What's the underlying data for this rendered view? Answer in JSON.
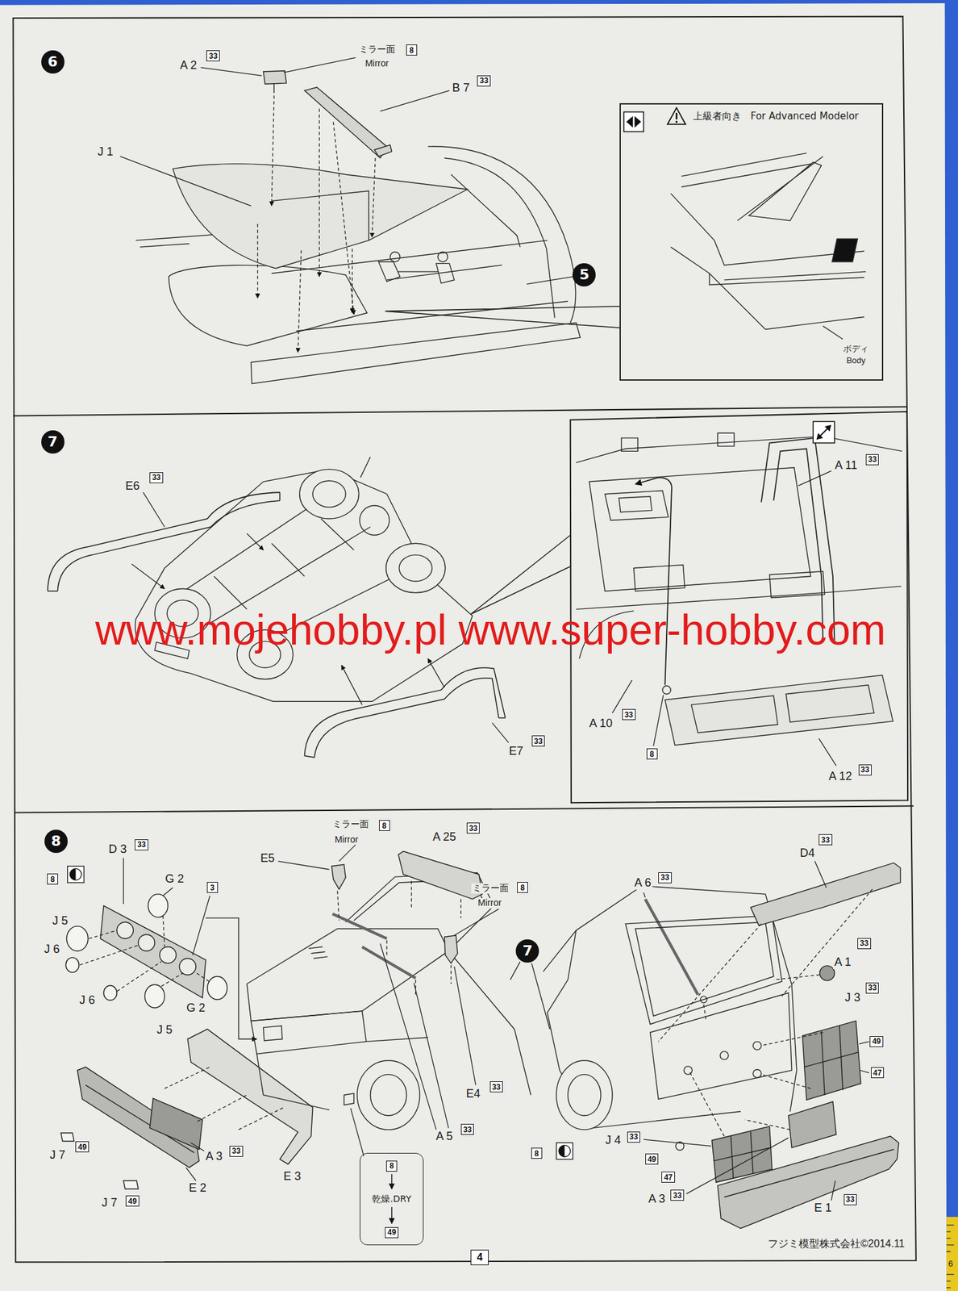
{
  "diagram": {
    "nodes": [
      {
        "text": [
          "6"
        ]
      },
      {
        "text": [
          "33"
        ]
      },
      {
        "text": [
          "8"
        ]
      },
      {
        "text": [
          "33"
        ]
      },
      {
        "text": [
          "5"
        ]
      },
      {
        "text": [
          "上級者向き",
          "For Advanced Modelor"
        ]
      },
      {
        "text": [
          "7"
        ]
      },
      {
        "text": [
          "33"
        ]
      },
      {
        "text": [
          "33"
        ]
      },
      {
        "text": [
          "33"
        ]
      },
      {
        "text": [
          "8"
        ]
      },
      {
        "text": [
          "33"
        ]
      },
      {
        "text": [
          "33"
        ]
      },
      {
        "text": [
          "8"
        ]
      },
      {
        "text": [
          "33"
        ]
      },
      {
        "text": [
          "8"
        ]
      },
      {
        "text": [
          "3"
        ]
      },
      {
        "text": [
          "8"
        ]
      },
      {
        "text": [
          "33"
        ]
      },
      {
        "text": [
          "33"
        ]
      },
      {
        "text": [
          "33"
        ]
      },
      {
        "text": [
          "8"
        ]
      },
      {
        "text": [
          "33"
        ]
      },
      {
        "text": [
          "7"
        ]
      },
      {
        "text": [
          "33"
        ]
      },
      {
        "text": [
          "49"
        ]
      },
      {
        "text": [
          "47"
        ]
      },
      {
        "text": [
          "33"
        ]
      },
      {
        "text": [
          "33"
        ]
      },
      {
        "text": [
          "33"
        ]
      },
      {
        "text": [
          "49"
        ]
      },
      {
        "text": [
          "33"
        ]
      },
      {
        "text": [
          "乾燥.DRY"
        ]
      },
      {
        "text": [
          "8"
        ],
        "in": 32
      },
      {
        "text": [
          "49"
        ],
        "in": 32
      },
      {
        "text": [
          "8"
        ]
      },
      {
        "text": [
          "49"
        ]
      },
      {
        "text": [
          "47"
        ]
      },
      {
        "text": [
          "33"
        ]
      },
      {
        "text": [
          "33"
        ]
      },
      {
        "text": [
          "49"
        ]
      },
      {
        "text": [
          "4"
        ]
      }
    ],
    "labels": [
      "A 2",
      "ミラー面",
      "Mirror",
      "B 7",
      "J 1",
      "ボディ",
      "Body",
      "E6",
      "A 11",
      "www.mojehobby.pl www.super-hobby.com",
      "A 10",
      "E7",
      "A 12",
      "D 3",
      "ミラー面",
      "Mirror",
      "A 25",
      "D4",
      "E5",
      "G 2",
      "A 6",
      "ミラー面",
      "Mirror",
      "J 5",
      "J 6",
      "A 1",
      "J 3",
      "J 6",
      "G 2",
      "J 5",
      "E4",
      "A 5",
      "J 4",
      "J 7",
      "A 3",
      "E 3",
      "E 2",
      "A 3",
      "J 7",
      "E 1",
      "フジミ模型株式会社©2014.11",
      "6"
    ]
  }
}
